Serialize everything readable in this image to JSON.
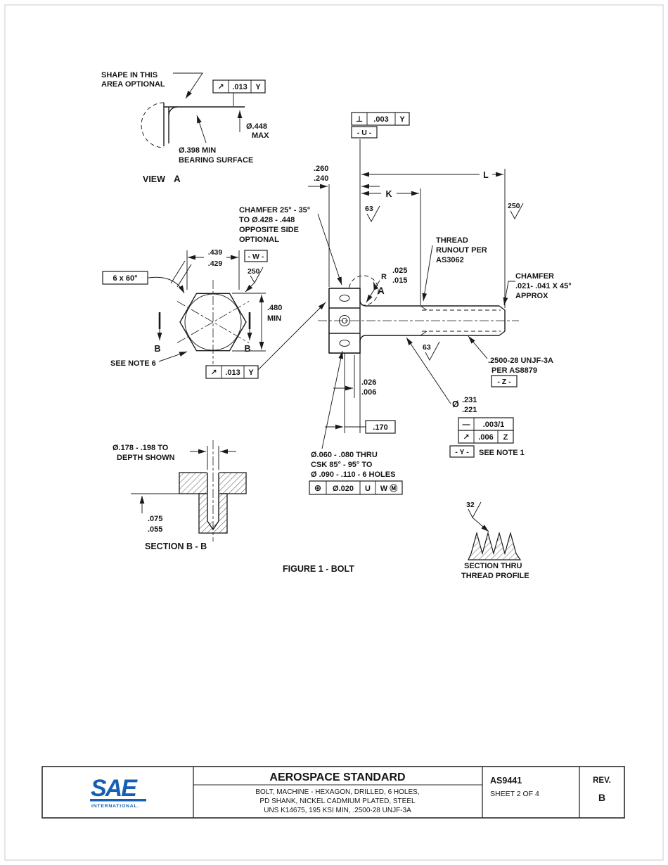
{
  "view_a": {
    "shape_note": [
      "SHAPE IN THIS",
      "AREA OPTIONAL"
    ],
    "fcf": {
      "symbol": "↗",
      "value": ".013",
      "datum": "Y"
    },
    "dia_max": [
      "Ø.448",
      "MAX"
    ],
    "bearing_note": [
      "Ø.398 MIN",
      "BEARING SURFACE"
    ],
    "caption": "VIEW",
    "caption_letter": "A"
  },
  "hex_view": {
    "across_flats": [
      ".439",
      ".429"
    ],
    "datum_w": "- W -",
    "finish_250": "250",
    "angle_note": "6 x 60°",
    "min_height": [
      ".480",
      "MIN"
    ],
    "section_letter_left": "B",
    "section_letter_right": "B",
    "note_6": "SEE NOTE  6",
    "fcf": {
      "symbol": "↗",
      "value": ".013",
      "datum": "Y"
    }
  },
  "section_bb": {
    "hole_note": [
      "Ø.178 - .198 TO",
      "DEPTH SHOWN"
    ],
    "wall_dim": [
      ".075",
      ".055"
    ],
    "caption": "SECTION  B - B"
  },
  "main_view": {
    "fcf_perp": {
      "symbol": "⊥",
      "value": ".003",
      "datum": "Y"
    },
    "datum_u": "- U -",
    "head_thickness": [
      ".260",
      ".240"
    ],
    "dim_l": "L",
    "dim_k": "K",
    "finish_63_top": "63",
    "finish_250": "250",
    "finish_63_bottom": "63",
    "chamfer_head": [
      "CHAMFER 25° - 35°",
      "TO  Ø.428 - .448",
      "OPPOSITE SIDE",
      "OPTIONAL"
    ],
    "thread_runout": [
      "THREAD",
      "RUNOUT PER",
      "AS3062"
    ],
    "radius_prefix": "R",
    "radius": [
      ".025",
      ".015"
    ],
    "detail_letter": "A",
    "chamfer_end": [
      "CHAMFER",
      ".021- .041 X 45°",
      "APPROX"
    ],
    "thread_spec": [
      ".2500-28 UNJF-3A",
      "PER  AS8879"
    ],
    "datum_z": "- Z -",
    "washer_face": [
      ".026",
      ".006"
    ],
    "dia_symbol": "Ø",
    "shank_dia": [
      ".231",
      ".221"
    ],
    "basic_170": ".170",
    "fcf_straight": {
      "symbol": "—",
      "value": ".003/1"
    },
    "fcf_runout": {
      "symbol": "↗",
      "value": ".006",
      "datum": "Z"
    },
    "datum_y": "- Y -",
    "note_1": "SEE NOTE 1",
    "holes_note": [
      "Ø.060 - .080 THRU",
      "CSK 85° - 95° TO",
      "Ø .090 - .110 - 6 HOLES"
    ],
    "fcf_position": {
      "symbol": "⊕",
      "value": "Ø.020",
      "datum1": "U",
      "datum2": "W Ⓜ"
    },
    "figure_caption": "FIGURE 1 - BOLT"
  },
  "thread_profile": {
    "finish_32": "32",
    "caption": [
      "SECTION THRU",
      "THREAD PROFILE"
    ]
  },
  "title_block": {
    "logo_brand": "SAE",
    "logo_sub": "INTERNATIONAL.",
    "heading": "AEROSPACE STANDARD",
    "title_lines": [
      "BOLT, MACHINE - HEXAGON, DRILLED, 6 HOLES,",
      "PD SHANK, NICKEL CADMIUM PLATED, STEEL",
      "UNS K14675, 195 KSI MIN, .2500-28 UNJF-3A"
    ],
    "doc_number": "AS9441",
    "sheet": "SHEET 2 OF 4",
    "rev_label": "REV.",
    "rev_value": "B"
  }
}
